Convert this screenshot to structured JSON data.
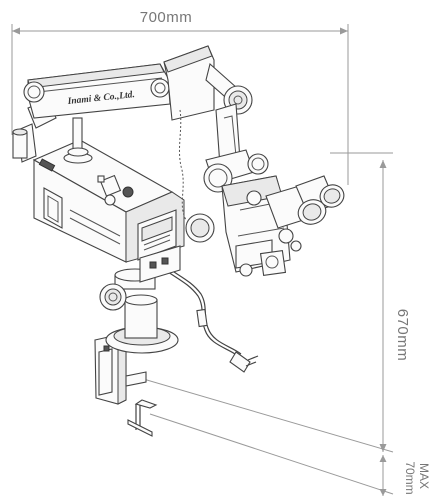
{
  "dimensions": {
    "width_label": "700mm",
    "height_label": "670mm",
    "clamp_label_line1": "MAX",
    "clamp_label_line2": "70mm"
  },
  "device": {
    "brand_text": "Inami & Co.,Ltd."
  }
}
